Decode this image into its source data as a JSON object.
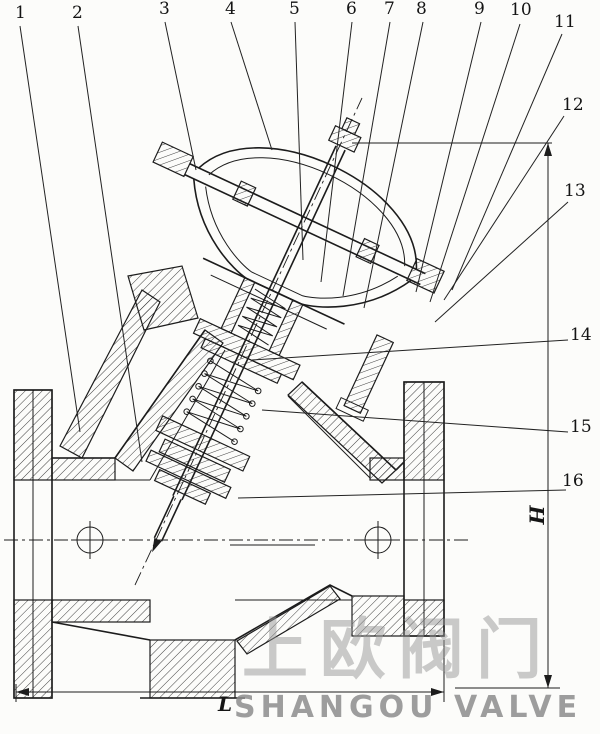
{
  "figure_type": "valve-cross-section-drawing",
  "callouts": [
    {
      "id": "1"
    },
    {
      "id": "2"
    },
    {
      "id": "3"
    },
    {
      "id": "4"
    },
    {
      "id": "5"
    },
    {
      "id": "6"
    },
    {
      "id": "7"
    },
    {
      "id": "8"
    },
    {
      "id": "9"
    },
    {
      "id": "10"
    },
    {
      "id": "11"
    },
    {
      "id": "12"
    },
    {
      "id": "13"
    },
    {
      "id": "14"
    },
    {
      "id": "15"
    },
    {
      "id": "16"
    }
  ],
  "dimensions": {
    "height": "H",
    "length": "L"
  },
  "watermark": {
    "cn": "上欧阀门",
    "en": "SHANGOU VALVE"
  },
  "colors": {
    "line": "#1c1c1c",
    "watermark": "#a8a8a8",
    "background": "#fcfcfa"
  }
}
